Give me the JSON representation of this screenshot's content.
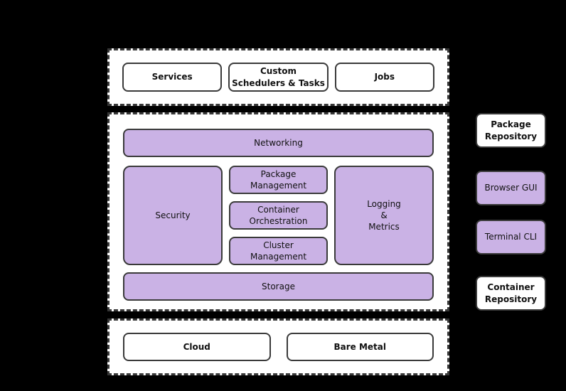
{
  "colors": {
    "background": "#000000",
    "node_fill": "#FFFFFF",
    "module_fill": "#CAB2E5",
    "border": "#3A3A3A",
    "dash": "#383838",
    "text": "#111111"
  },
  "panels": {
    "workloads": {
      "nodes": [
        {
          "label": "Services"
        },
        {
          "label": "Custom\nSchedulers & Tasks"
        },
        {
          "label": "Jobs"
        }
      ]
    },
    "platform": {
      "networking": {
        "label": "Networking"
      },
      "security": {
        "label": "Security"
      },
      "package_management": {
        "label": "Package\nManagement"
      },
      "container_orchestration": {
        "label": "Container\nOrchestration"
      },
      "cluster_management": {
        "label": "Cluster\nManagement"
      },
      "logging_metrics": {
        "label": "Logging\n&\nMetrics"
      },
      "storage": {
        "label": "Storage"
      }
    },
    "infrastructure": {
      "nodes": [
        {
          "label": "Cloud"
        },
        {
          "label": "Bare Metal"
        }
      ]
    }
  },
  "side_nodes": [
    {
      "label": "Package\nRepository",
      "style": "white"
    },
    {
      "label": "Browser GUI",
      "style": "purple"
    },
    {
      "label": "Terminal CLI",
      "style": "purple"
    },
    {
      "label": "Container\nRepository",
      "style": "white"
    }
  ]
}
